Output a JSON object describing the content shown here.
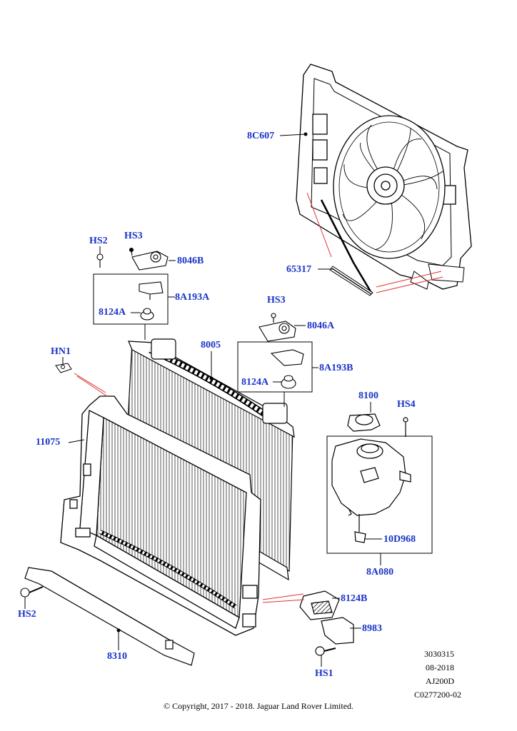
{
  "colors": {
    "callout": "#1a33c8",
    "leader_red": "#e23030",
    "line": "#000000"
  },
  "callouts": {
    "c8C607": "8C607",
    "c65317": "65317",
    "cHS2a": "HS2",
    "cHS3a": "HS3",
    "c8046B": "8046B",
    "c8A193A": "8A193A",
    "c8124Aa": "8124A",
    "cHS3b": "HS3",
    "c8046A": "8046A",
    "c8005": "8005",
    "cHN1": "HN1",
    "c8A193B": "8A193B",
    "c8124Ab": "8124A",
    "c8100": "8100",
    "cHS4": "HS4",
    "c11075": "11075",
    "c10D968": "10D968",
    "c8A080": "8A080",
    "c8124B": "8124B",
    "cHS2b": "HS2",
    "c8983": "8983",
    "c8310": "8310",
    "cHS1": "HS1"
  },
  "reference": {
    "line1": "3030315",
    "line2": "08-2018",
    "line3": "AJ200D",
    "line4": "C0277200-02"
  },
  "copyright": "© Copyright, 2017 - 2018. Jaguar Land Rover Limited."
}
